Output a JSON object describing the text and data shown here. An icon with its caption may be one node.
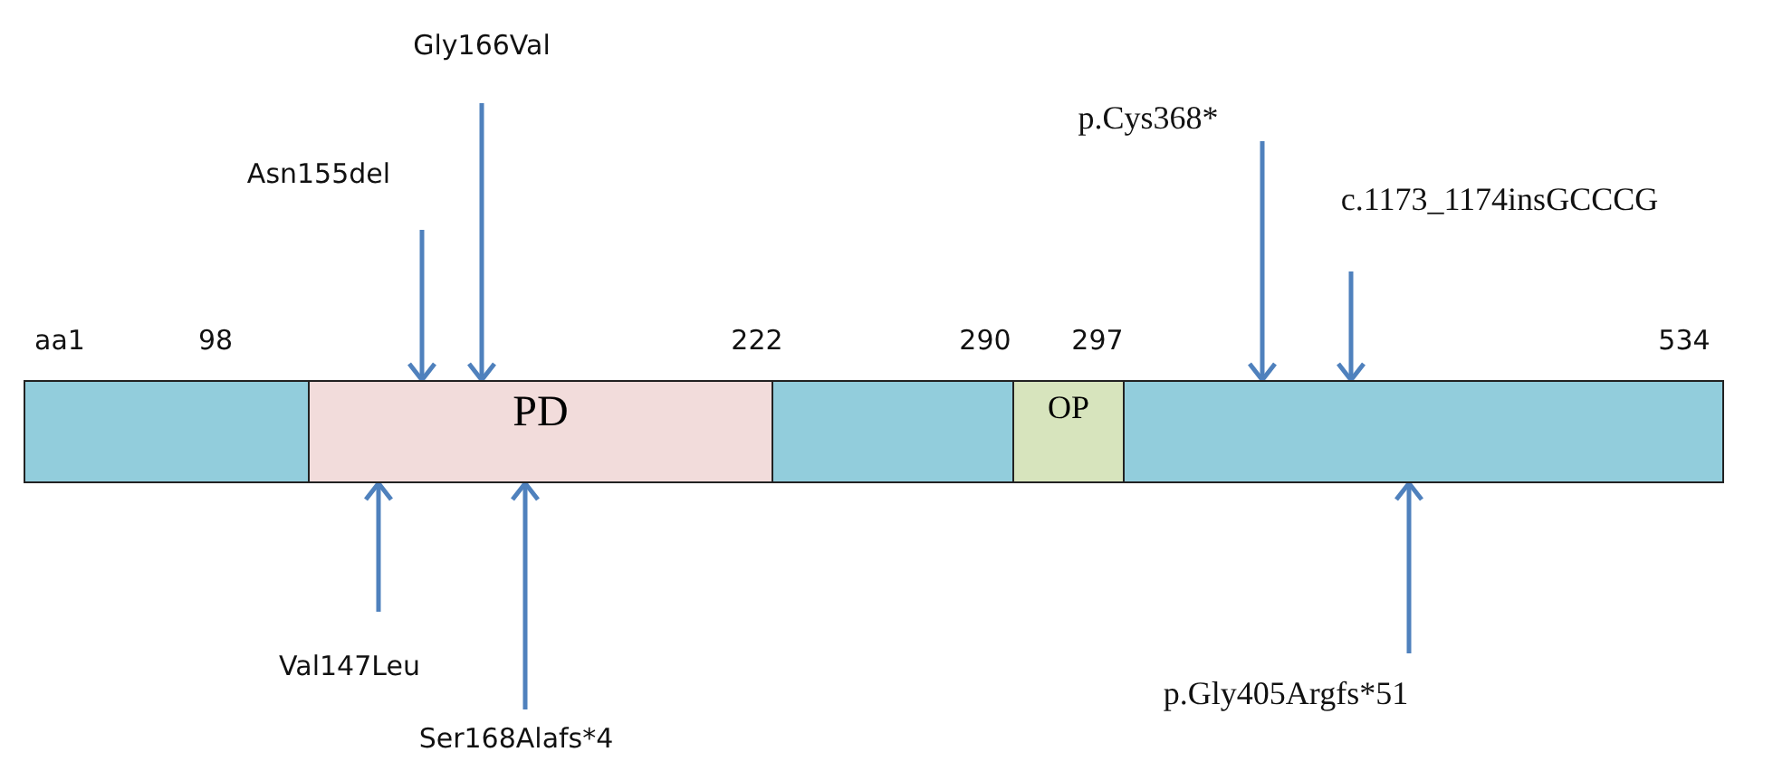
{
  "diagram": {
    "nodes": [
      {
        "text": [
          "Gly166Val"
        ]
      },
      {
        "text": [
          "Asn155del"
        ]
      },
      {
        "text": [
          "p.Cys368*"
        ]
      },
      {
        "text": [
          "c.1173_1174insGCCCG"
        ]
      },
      {
        "text": [],
        "shape": "box"
      },
      {
        "text": [
          "PD"
        ]
      },
      {
        "text": [],
        "shape": "box"
      },
      {
        "text": [
          "OP"
        ]
      },
      {
        "text": [],
        "shape": "box"
      },
      {
        "text": [
          "Val147Leu"
        ]
      },
      {
        "text": [
          "Ser168Alafs*4"
        ]
      },
      {
        "text": [
          "p.Gly405Argfs*51"
        ]
      }
    ],
    "edges": [
      {
        "from": 1,
        "to": 5,
        "arrow": "to"
      },
      {
        "from": 0,
        "to": 5,
        "arrow": "to"
      },
      {
        "from": 2,
        "to": 8,
        "arrow": "to"
      },
      {
        "from": 3,
        "to": 8,
        "arrow": "to"
      },
      {
        "from": 9,
        "to": 5,
        "arrow": "to"
      },
      {
        "from": 10,
        "to": 5,
        "arrow": "to"
      },
      {
        "from": 11,
        "to": 8,
        "arrow": "to"
      }
    ],
    "labels": [
      "aa1",
      "98",
      "222",
      "290",
      "297",
      "534"
    ]
  }
}
